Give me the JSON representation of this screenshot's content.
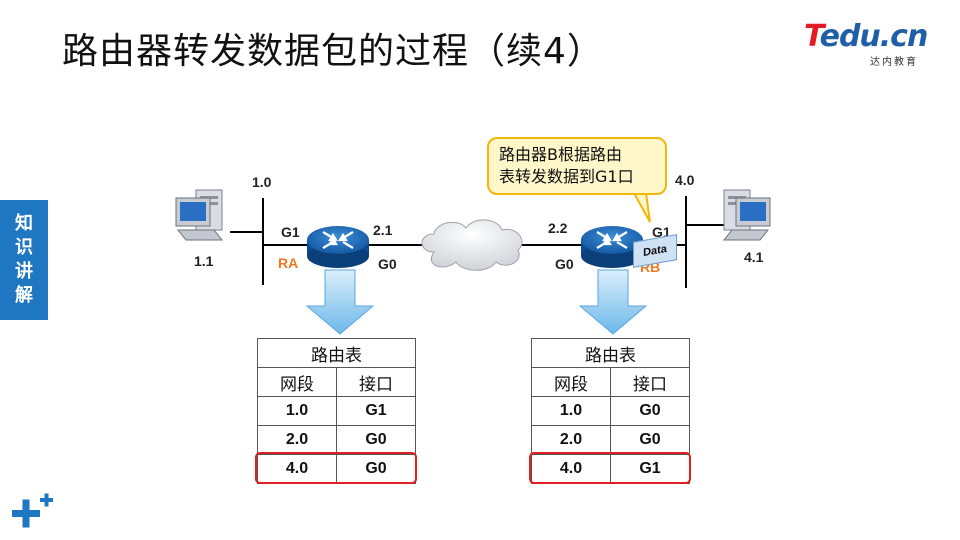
{
  "title": "路由器转发数据包的过程（续4）",
  "logo": {
    "brand_t": "T",
    "brand_rest": "edu.cn",
    "subtitle": "达内教育"
  },
  "side_tab": [
    "知",
    "识",
    "讲",
    "解"
  ],
  "network": {
    "left_net": "1.0",
    "right_net": "4.0",
    "left_host": "1.1",
    "right_host": "4.1",
    "ra_g1": "G1",
    "ra_addr": "2.1",
    "ra_name": "RA",
    "ra_g0": "G0",
    "rb_addr": "2.2",
    "rb_g0": "G0",
    "rb_g1": "G1",
    "rb_name": "RB",
    "packet": "Data"
  },
  "callout": {
    "line1": "路由器B根据路由",
    "line2": "表转发数据到G1口"
  },
  "table_ra": {
    "caption": "路由表",
    "headers": [
      "网段",
      "接口"
    ],
    "rows": [
      [
        "1.0",
        "G1"
      ],
      [
        "2.0",
        "G0"
      ],
      [
        "4.0",
        "G0"
      ]
    ],
    "highlight_row": 3
  },
  "table_rb": {
    "caption": "路由表",
    "headers": [
      "网段",
      "接口"
    ],
    "rows": [
      [
        "1.0",
        "G0"
      ],
      [
        "2.0",
        "G0"
      ],
      [
        "4.0",
        "G1"
      ]
    ],
    "highlight_row": 3
  },
  "colors": {
    "accent_blue": "#1f77c2",
    "highlight_red": "#e02020",
    "router_label_orange": "#f07820",
    "callout_fill": "#fff6c9"
  }
}
